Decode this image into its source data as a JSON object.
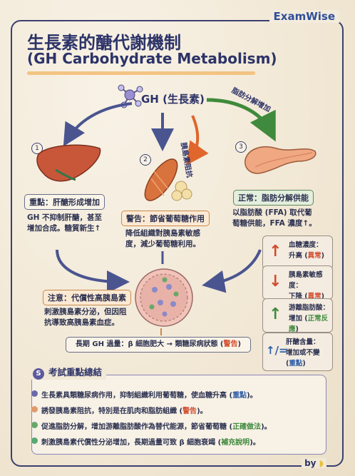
{
  "brand": "ExamWise",
  "title_zh": "生長素的醣代謝機制",
  "title_en": "(GH Carbohydrate Metabolism)",
  "hub_label": "GH (生長素)",
  "arrow_labels": {
    "resistance": "胰島素阻抗",
    "lipolysis": "脂肪分解增加"
  },
  "nodes": [
    {
      "num": "1",
      "box": "重點：肝醣形成增加",
      "desc_line1": "GH 不抑制肝醣，甚至",
      "desc_line2": "增加合成。糖質新生↑"
    },
    {
      "num": "2",
      "box": "警告：節省葡萄糖作用",
      "desc_line1": "降低組織對胰島素敏感",
      "desc_line2": "度，減少葡萄糖利用。"
    },
    {
      "num": "3",
      "box": "正常：脂肪分解供能",
      "desc_line1": "以脂肪酸 (FFA) 取代葡",
      "desc_line2": "萄糖供能，FFA 濃度↑。"
    }
  ],
  "islet": {
    "box": "注意：代償性高胰島素",
    "desc_line1": "刺激胰島素分泌，但因阻",
    "desc_line2": "抗導致高胰島素血症。"
  },
  "long_term": {
    "prefix": "長期 GH 過量：β 細胞肥大 → 類糖尿病狀態 (",
    "tag": "警告",
    "suffix": ")"
  },
  "side_panel": [
    {
      "icon": "↑",
      "line1": "血糖濃度：",
      "line2_prefix": "升高 (",
      "tag": "異常",
      "line2_suffix": ")",
      "color": "#d24a2c"
    },
    {
      "icon": "↓",
      "line1": "胰島素敏感度：",
      "line2_prefix": "下降 (",
      "tag": "異常",
      "line2_suffix": ")",
      "color": "#d24a2c"
    },
    {
      "icon": "↑",
      "line1": "游離脂肪酸：",
      "line2_prefix": "增加 (",
      "tag": "正常反應",
      "line2_suffix": ")",
      "color": "#3f8a3c"
    },
    {
      "icon": "↑/=",
      "line1": "肝醣含量：",
      "line2_prefix": "增加或不變",
      "tag": "重點",
      "line2_suffix": "",
      "color": "#2f5fa8"
    }
  ],
  "summary": {
    "badge": "S",
    "heading": "考試重點總結",
    "items": [
      {
        "text": "生長素具類糖尿病作用，抑制組織利用葡萄糖，使血糖升高 (",
        "tag": "重點",
        "end": ")。",
        "bullet": "#6b6aa8",
        "tag_color": "#2f5fa8"
      },
      {
        "text": "誘發胰島素阻抗，特別是在肌肉和脂肪組織 (",
        "tag": "警告",
        "end": ")。",
        "bullet": "#e39a6a",
        "tag_color": "#d24a2c"
      },
      {
        "text": "促進脂肪分解，增加游離脂肪酸作為替代能源，節省葡萄糖 (",
        "tag": "正確做法",
        "end": ")。",
        "bullet": "#6aa86a",
        "tag_color": "#3f8a3c"
      },
      {
        "text": "刺激胰島素代償性分泌增加，長期過量可致 β 細胞衰竭 (",
        "tag": "補充說明",
        "end": ")。",
        "bullet": "#5aa873",
        "tag_color": "#3f8a3c"
      }
    ]
  },
  "footer_by": "by"
}
